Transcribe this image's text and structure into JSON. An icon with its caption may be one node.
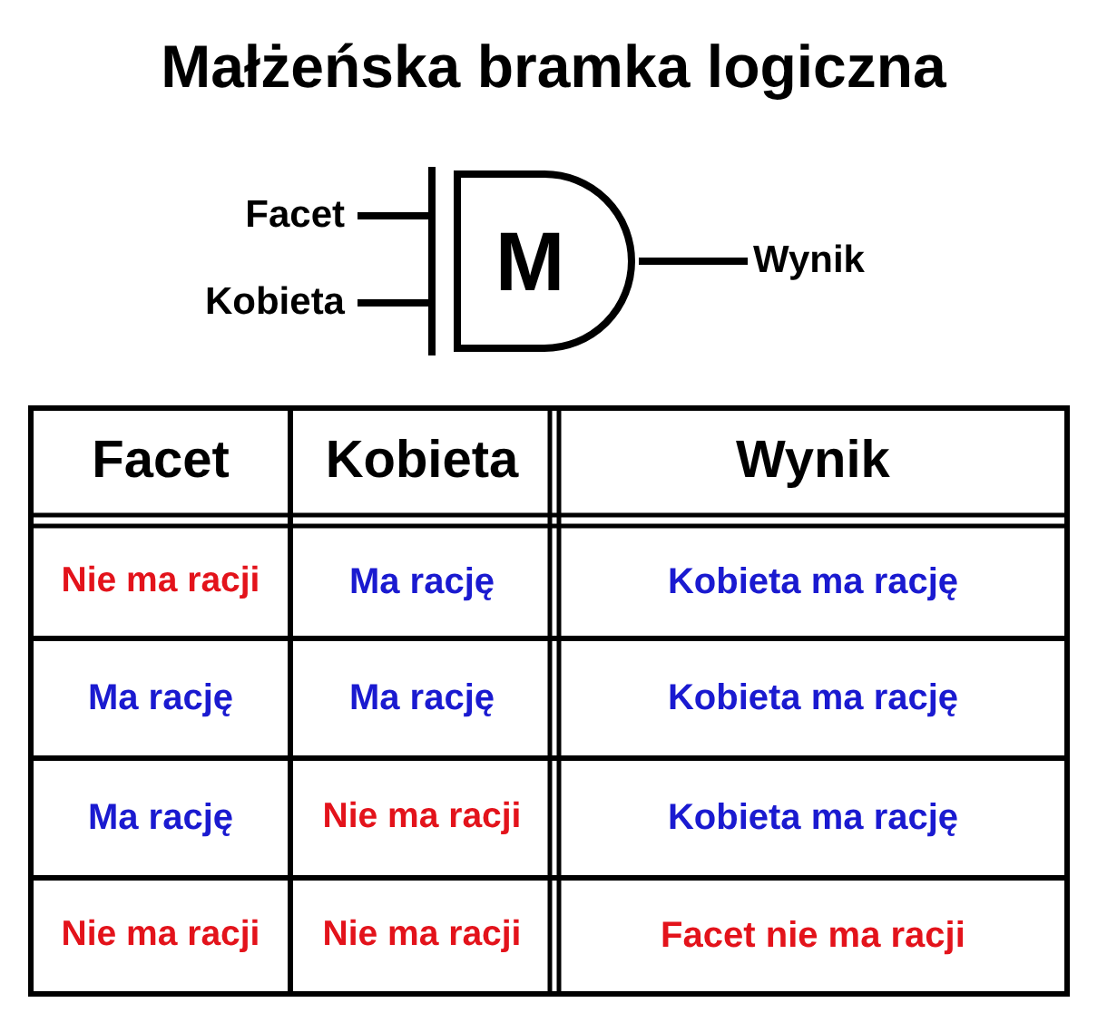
{
  "diagram": {
    "title": "Małżeńska bramka logiczna",
    "nodes": [
      {
        "text": [
          "Facet"
        ]
      },
      {
        "text": [
          "Kobieta"
        ]
      },
      {
        "text": [
          "M"
        ]
      },
      {
        "text": [
          "Wynik"
        ]
      }
    ],
    "edges": [
      {
        "from": 0,
        "to": 2,
        "arrow": "none"
      },
      {
        "from": 1,
        "to": 2,
        "arrow": "none"
      },
      {
        "from": 2,
        "to": 3,
        "arrow": "none"
      }
    ],
    "labels": [
      "Facet",
      "Kobieta",
      "Wynik",
      "Nie ma racji",
      "Ma rację",
      "Kobieta ma rację",
      "Ma rację",
      "Ma rację",
      "Kobieta ma rację",
      "Ma rację",
      "Nie ma racji",
      "Kobieta ma rację",
      "Nie ma racji",
      "Nie ma racji",
      "Facet nie ma racji"
    ]
  }
}
